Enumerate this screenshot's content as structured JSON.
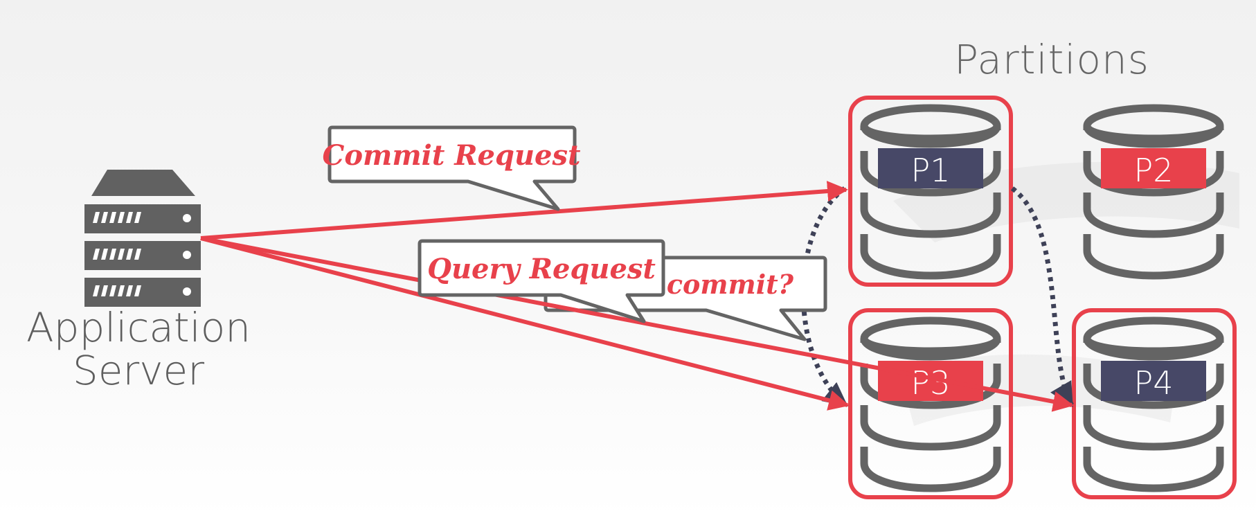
{
  "title": "Partitions",
  "server": {
    "line1": "Application",
    "line2": "Server"
  },
  "callouts": {
    "commit_request": "Commit Request",
    "hidden_text": "o commit?",
    "query_request": "Query Request"
  },
  "partitions": {
    "p1": "P1",
    "p2": "P2",
    "p3": "P3",
    "p4": "P4"
  },
  "colors": {
    "accent_red": "#e8414b",
    "navy": "#474867",
    "gray": "#646464",
    "dotted": "#3e4157"
  }
}
